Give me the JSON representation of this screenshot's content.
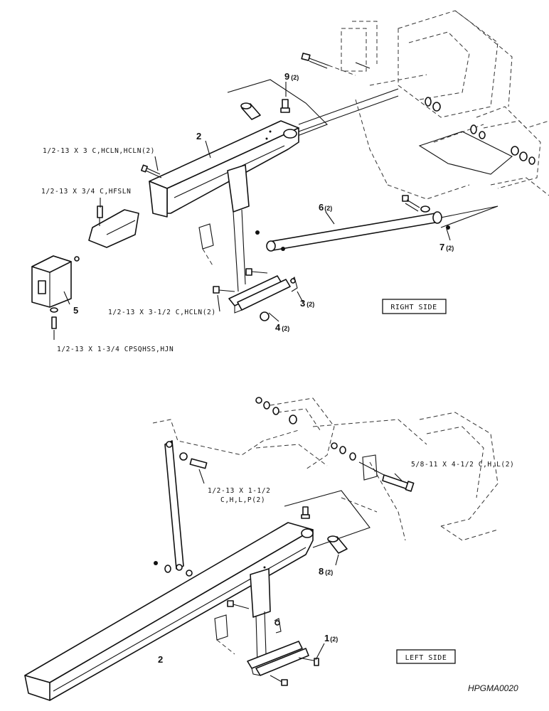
{
  "figure_code": "HPGMA0020",
  "panels": {
    "right": {
      "title": "RIGHT SIDE"
    },
    "left": {
      "title": "LEFT SIDE"
    }
  },
  "callouts": {
    "r_hw_top": "1/2-13 X 3 C,HCLN,HCLN(2)",
    "r_hw_mid": "1/2-13 X 3/4 C,HFSLN",
    "r_hw_bracket": "1/2-13 X 3-1/2 C,HCLN(2)",
    "r_hw_bottom": "1/2-13 X 1-3/4 CPSQHSS,HJN",
    "l_hw_link_line1": "1/2-13 X 1-1/2",
    "l_hw_link_line2": "C,H,L,P(2)",
    "l_hw_pivot": "5/8-11 X 4-1/2 C,H,L(2)"
  },
  "part_numbers": {
    "r_arm": {
      "num": "2",
      "qty": ""
    },
    "r_fitting": {
      "num": "9",
      "qty": "(2)"
    },
    "r_brace": {
      "num": "6",
      "qty": "(2)"
    },
    "r_nut": {
      "num": "7",
      "qty": "(2)"
    },
    "r_bracket_hw": {
      "num": "3",
      "qty": "(2)"
    },
    "r_bracket": {
      "num": "4",
      "qty": "(2)"
    },
    "r_cap": {
      "num": "5",
      "qty": ""
    },
    "l_arm": {
      "num": "2",
      "qty": ""
    },
    "l_bushing": {
      "num": "8",
      "qty": "(2)"
    },
    "l_pin": {
      "num": "1",
      "qty": "(2)"
    }
  },
  "icons": [
    "bolt-icon",
    "nut-icon",
    "washer-icon",
    "grease-fitting-icon"
  ]
}
